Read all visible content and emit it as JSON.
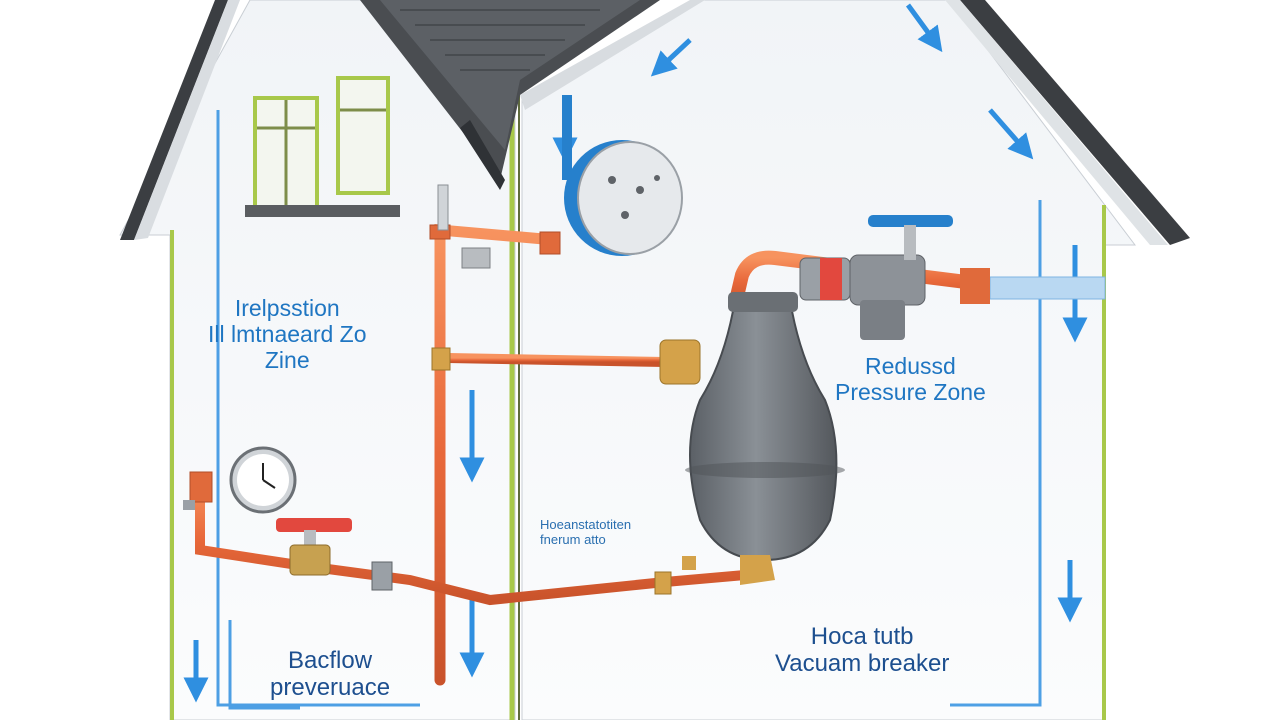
{
  "labels": {
    "left_zone": [
      "Irelpsstion",
      "Ill lmtnaeard Zo",
      "Zine"
    ],
    "reduced_pressure": [
      "Redussd",
      "Pressure Zone"
    ],
    "mid_small": [
      "Hoeanstatotiten",
      "fnerum atto"
    ],
    "backflow": [
      "Bacflow",
      "preveruace"
    ],
    "hose_bib": [
      "Hoca tutb",
      "Vacuam breaker"
    ]
  },
  "colors": {
    "pipe_copper": "#ea6f3f",
    "flow_arrow": "#2f8fe0",
    "tank_gray": "#6f7479",
    "roof_dark": "#4a4d51",
    "wall_green": "#a8c84a",
    "valve_handle_red": "#e2483e",
    "valve_handle_blue": "#2680cc",
    "brass": "#d4a24a"
  },
  "icons": [
    "clock-gauge-icon",
    "pressure-gauge-icon",
    "valve-handle-icon",
    "pressure-tank-icon"
  ]
}
